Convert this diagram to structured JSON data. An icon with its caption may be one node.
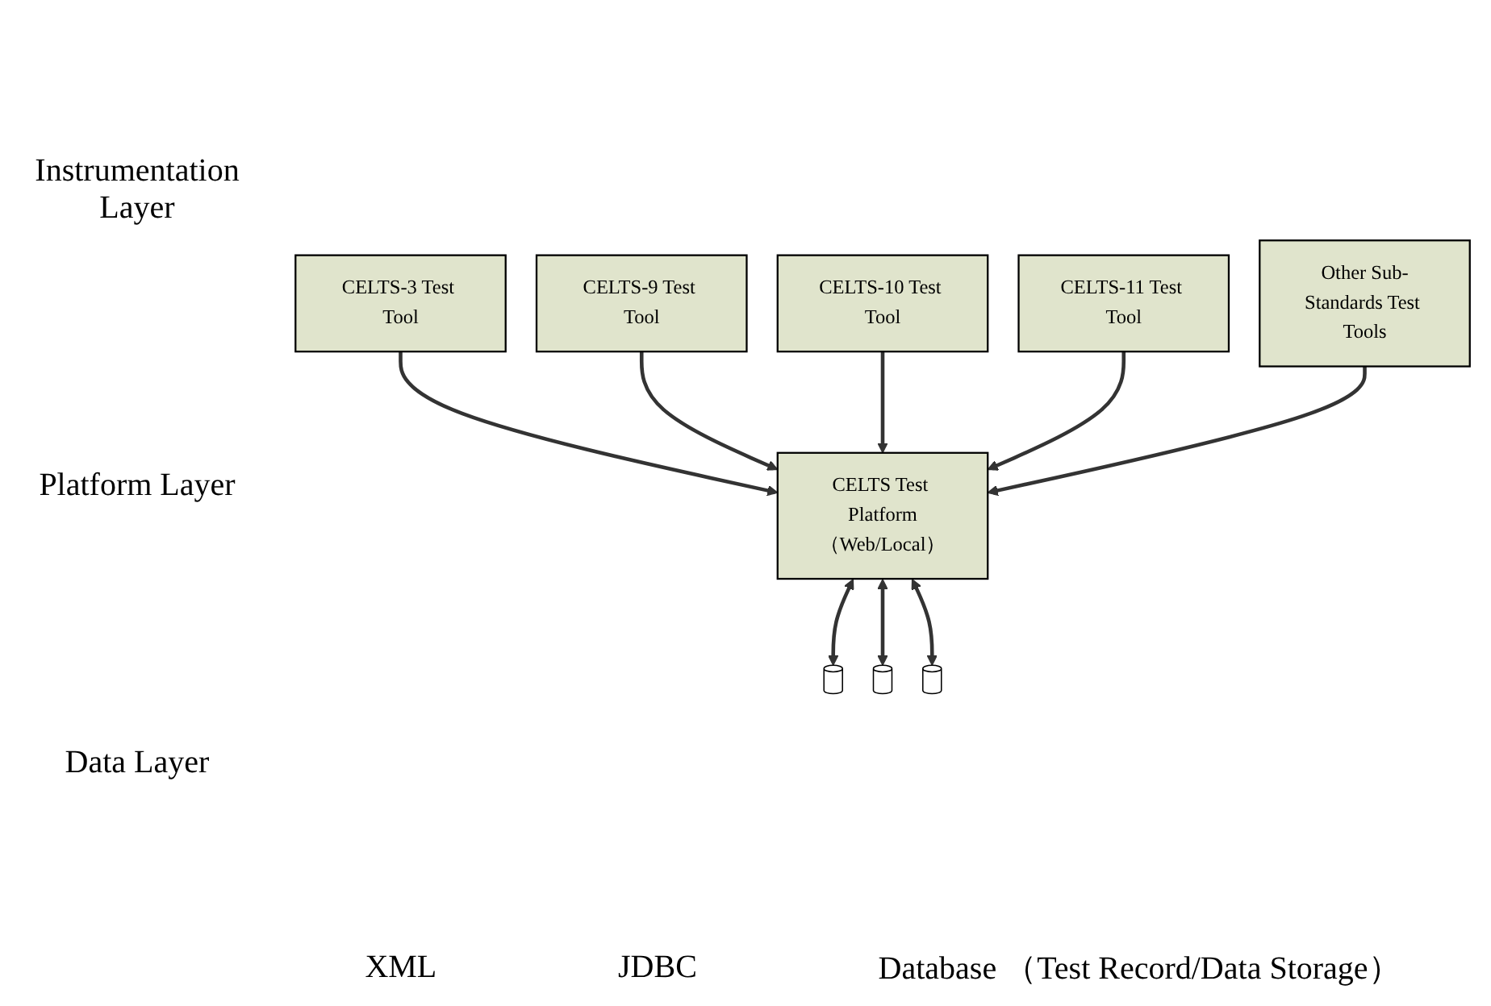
{
  "diagram": {
    "nodes": [
      {
        "text": [
          "CELTS-3 Test Tool"
        ]
      },
      {
        "text": [
          "CELTS-9 Test Tool"
        ]
      },
      {
        "text": [
          "CELTS-10 Test Tool"
        ]
      },
      {
        "text": [
          "CELTS-11 Test Tool"
        ]
      },
      {
        "text": [
          "Other Sub-Standards Test Tools"
        ]
      },
      {
        "text": [
          "CELTS Test Platform（Web/Local）"
        ]
      },
      {
        "text": [],
        "shape": "cylinder"
      },
      {
        "text": [],
        "shape": "cylinder"
      },
      {
        "text": [],
        "shape": "cylinder"
      }
    ],
    "edges": [
      {
        "from": 0,
        "to": 5,
        "arrow": "to"
      },
      {
        "from": 1,
        "to": 5,
        "arrow": "to"
      },
      {
        "from": 2,
        "to": 5,
        "arrow": "to"
      },
      {
        "from": 3,
        "to": 5,
        "arrow": "to"
      },
      {
        "from": 4,
        "to": 5,
        "arrow": "to"
      },
      {
        "from": 5,
        "to": 6,
        "arrow": "both"
      },
      {
        "from": 5,
        "to": 7,
        "arrow": "both"
      },
      {
        "from": 5,
        "to": 8,
        "arrow": "both"
      }
    ],
    "labels": [
      "Instrumentation Layer",
      "XML",
      "Platform Layer",
      "JDBC",
      "Data Layer",
      "Database （Test Record/Data Storage）"
    ]
  }
}
